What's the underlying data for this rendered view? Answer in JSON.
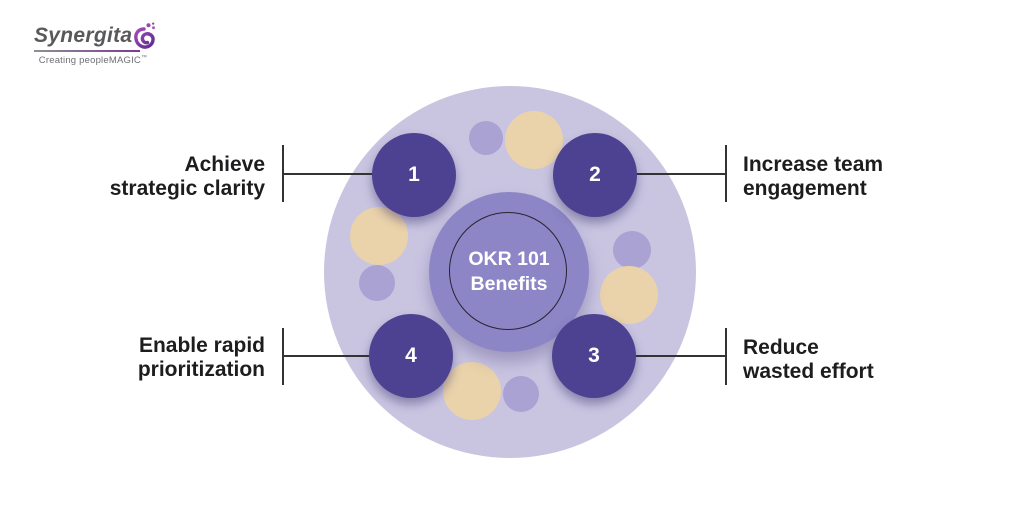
{
  "logo": {
    "brand": "Synergita",
    "tagline": "Creating peopleMAGIC",
    "trademark": "™"
  },
  "diagram": {
    "center": {
      "line1": "OKR 101",
      "line2": "Benefits"
    },
    "items": [
      {
        "number": "1",
        "position": "top-left",
        "label": "Achieve strategic clarity",
        "lines": [
          "Achieve",
          "strategic clarity"
        ]
      },
      {
        "number": "2",
        "position": "top-right",
        "label": "Increase team engagement",
        "lines": [
          "Increase team",
          "engagement"
        ]
      },
      {
        "number": "3",
        "position": "bottom-right",
        "label": "Reduce wasted effort",
        "lines": [
          "Reduce",
          "wasted effort"
        ]
      },
      {
        "number": "4",
        "position": "bottom-left",
        "label": "Enable rapid prioritization",
        "lines": [
          "Enable rapid",
          "prioritization"
        ]
      }
    ],
    "colors": {
      "outer_circle": "#C9C5E1",
      "center_circle": "#8D86C6",
      "numbered_circle": "#4D4291",
      "accent_tan": "#EAD3AA",
      "accent_lavender": "#A9A2D2",
      "label_text": "#1D1D1F",
      "connector_line": "#333333",
      "brand_text": "#58595B",
      "brand_purple": "#7E3A96",
      "center_text": "#FFFFFF"
    }
  }
}
